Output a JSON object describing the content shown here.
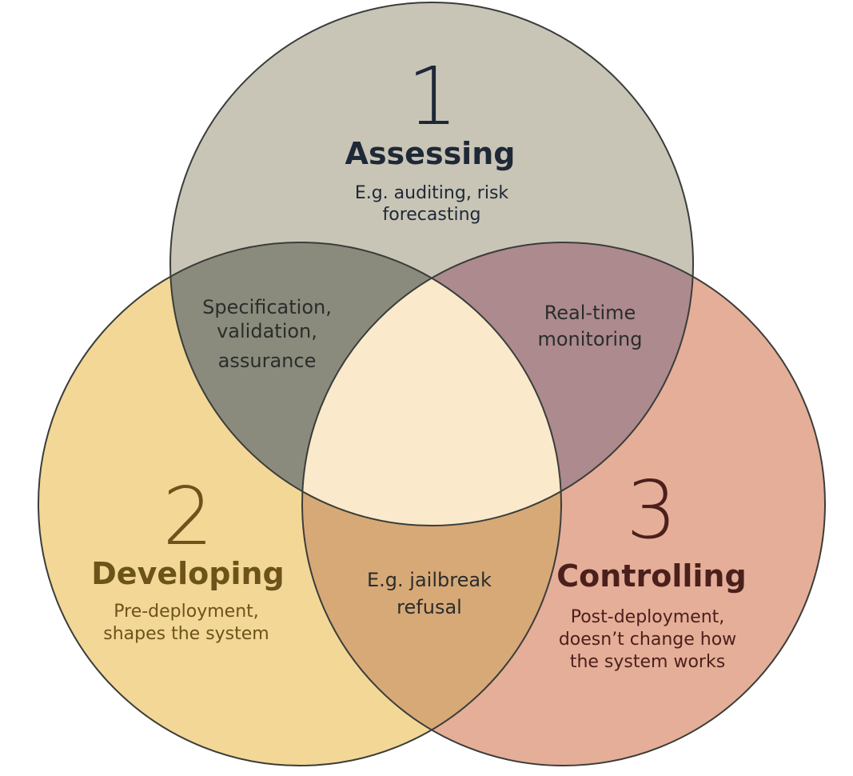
{
  "colors": {
    "assessing_fill": "#c9c5b6",
    "developing_fill": "#f3d796",
    "controlling_fill": "#e5ae98",
    "ad_overlap": "#8a8b7c",
    "ac_overlap": "#ad8a8d",
    "dc_overlap": "#d7a977",
    "center": "#fbe9cc",
    "assessing_text": "#1e2837",
    "developing_text": "#6b5319",
    "controlling_text": "#4a1f1c"
  },
  "sets": {
    "assessing": {
      "number": "1",
      "title": "Assessing",
      "desc_lines": [
        "E.g. auditing, risk",
        "forecasting"
      ]
    },
    "developing": {
      "number": "2",
      "title": "Developing",
      "desc_lines": [
        "Pre-deployment,",
        "shapes the system"
      ]
    },
    "controlling": {
      "number": "3",
      "title": "Controlling",
      "desc_lines": [
        "Post-deployment,",
        "doesn’t change how",
        "the system works"
      ]
    }
  },
  "overlaps": {
    "assessing_developing": [
      "Specification,",
      "validation,",
      "assurance"
    ],
    "assessing_controlling": [
      "Real-time",
      "monitoring"
    ],
    "developing_controlling": [
      "E.g. jailbreak",
      "refusal"
    ]
  }
}
